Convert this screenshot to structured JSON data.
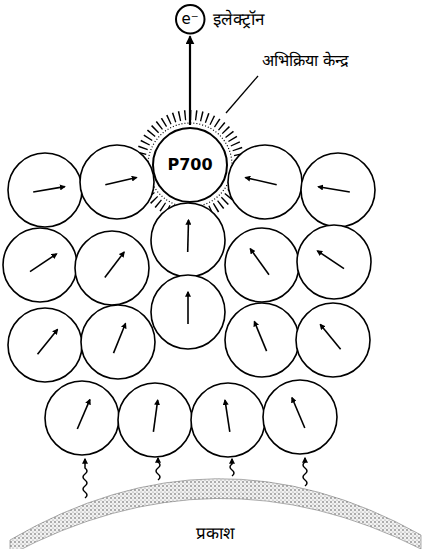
{
  "diagram": {
    "nodes": [
      {
        "text": [
          "e⁻",
          "इलेक्ट्रॉन"
        ]
      },
      {
        "text": [
          "P700"
        ]
      },
      {
        "text": [
          "प्रकाश"
        ]
      }
    ],
    "edges": [
      {
        "from": 1,
        "to": 0,
        "arrow": "to"
      }
    ],
    "labels": [
      "अभिक्रिया केन्द्र"
    ]
  }
}
